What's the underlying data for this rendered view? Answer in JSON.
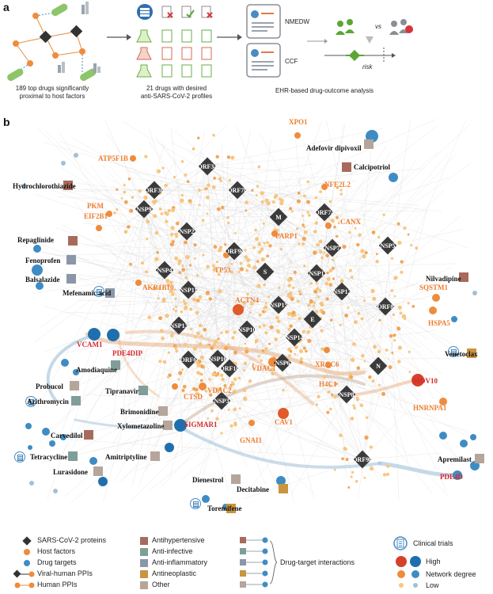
{
  "panel_a": {
    "letter": "a",
    "caption1": [
      "189 top drugs significantly",
      "proximal to host factors"
    ],
    "caption2": [
      "21 drugs with desired",
      "anti-SARS-CoV-2 profiles"
    ],
    "caption3": "EHR-based drug-outcome analysis",
    "nmedw": "NMEDW",
    "ccf": "CCF",
    "vs": "vs",
    "risk": "risk"
  },
  "panel_b": {
    "letter": "b",
    "proteins": [
      "ORF3a",
      "ORF3b",
      "ORF7b",
      "NSP9",
      "M",
      "ORF7a",
      "NSP2",
      "ORF9c",
      "NSP7",
      "NSP5",
      "NSP4",
      "S",
      "NSP1",
      "NSP12",
      "NSP15",
      "NSP11",
      "NSP13",
      "NSP10",
      "NSP14",
      "E",
      "NSP8",
      "ORF8",
      "ORF6",
      "NSP16",
      "NSP6",
      "ORF10",
      "NSP3",
      "N",
      "ORF9b"
    ],
    "host_labels": [
      "XPO1",
      "ATP5F1B",
      "NFE2L2",
      "PKM",
      "EIF2B1",
      "CANX",
      "PARP1",
      "TP53",
      "AKR1B10",
      "SQSTM1",
      "ACTN4",
      "HSPA5",
      "XRCC6",
      "VDAC1",
      "H4C1",
      "CTSD",
      "VDAC2",
      "HNRNPA1",
      "GNAI1",
      "CAV1"
    ],
    "target_labels": [
      "VCAM1",
      "PDE4DIP",
      "SIGMAR1",
      "MOV10",
      "PDE4D"
    ],
    "drug_labels": [
      "Adefovir dipivoxil",
      "Calcipotriol",
      "Hydrochlorothiazide",
      "Repaglinide",
      "Fenoprofen",
      "Balsalazide",
      "Mefenamic acid",
      "Nilvadipine",
      "Venetoclax",
      "Amodiaquine",
      "Probucol",
      "Tipranavir",
      "Azithromycin",
      "Brimonidine",
      "Xylometazoline",
      "Carvedilol",
      "Amitriptyline",
      "Tetracycline",
      "Lurasidone",
      "Apremilast",
      "Dienestrol",
      "Decitabine",
      "Toremifene"
    ]
  },
  "legend": {
    "col1": [
      "SARS-CoV-2 proteins",
      "Host factors",
      "Drug targets",
      "Viral-human PPIs",
      "Human PPIs"
    ],
    "col2": [
      "Antihypertensive",
      "Anti-infective",
      "Anti-inflammatory",
      "Antineoplastic",
      "Other"
    ],
    "dti": "Drug-target interactions",
    "clinical": "Clinical trials",
    "high": "High",
    "degree": "Network degree",
    "low": "Low"
  },
  "colors": {
    "host": "#ef8c3c",
    "host_light": "#f7c680",
    "target": "#3f8cc4",
    "target_dark": "#1f6fae",
    "protein": "#333333",
    "antihypertensive": "#a86a5c",
    "anti_infective": "#7f9e9a",
    "anti_inflammatory": "#8a97a8",
    "antineoplastic": "#c9953e",
    "other": "#b5a59b",
    "label_host": "#ef7d2c",
    "label_target": "#d7282f"
  }
}
